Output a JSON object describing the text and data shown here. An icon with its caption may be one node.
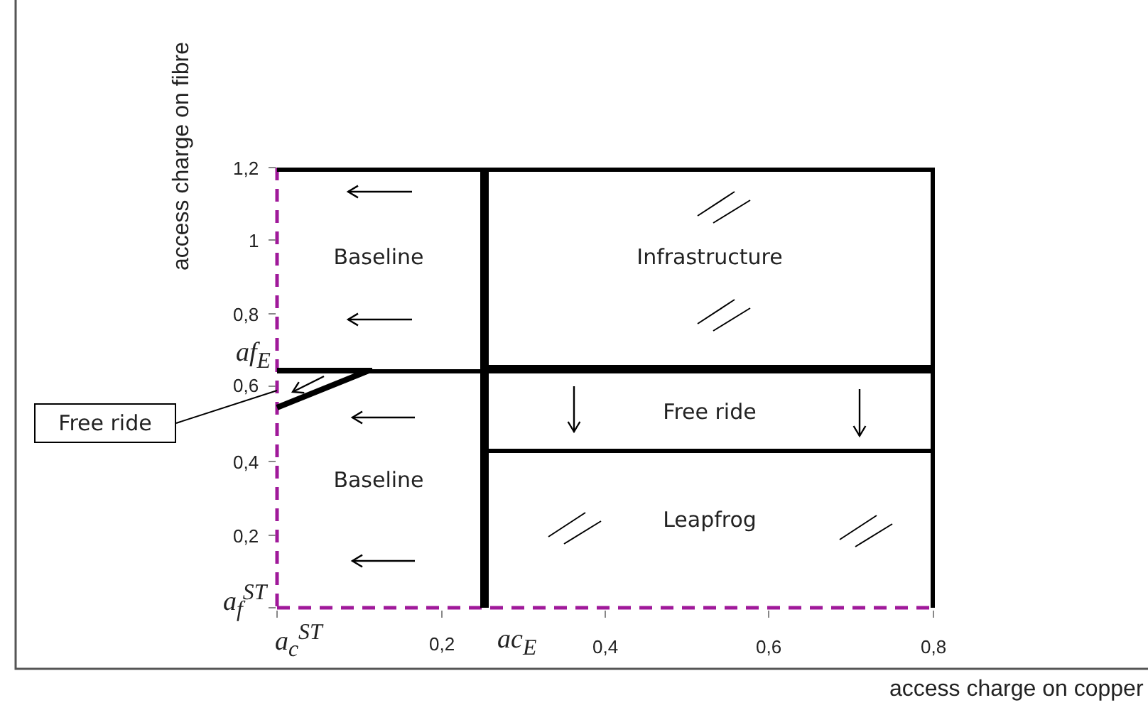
{
  "diagram": {
    "nodes": [
      {
        "text": [
          "Baseline"
        ]
      },
      {
        "text": [
          "Infrastructure"
        ]
      },
      {
        "text": [
          "Free ride"
        ]
      },
      {
        "text": [
          "Free ride"
        ]
      },
      {
        "text": [
          "Baseline"
        ]
      },
      {
        "text": [
          "Leapfrog"
        ]
      },
      {
        "text": [],
        "shape": "triangle",
        "in": 4
      }
    ],
    "edges": [
      {
        "from": 3,
        "to": 6,
        "arrow": "none"
      }
    ],
    "labels": [
      "access charge on fibre",
      "1,2",
      "1",
      "0,8",
      "af$_{E}$",
      "0,6",
      "0,4",
      "0,2",
      "a$_{f}$$^{ST}$",
      "a$_{c}$$^{ST}$",
      "0,2",
      "ac$_{E}$",
      "0,4",
      "0,6",
      "0,8",
      "access charge on copper"
    ]
  }
}
